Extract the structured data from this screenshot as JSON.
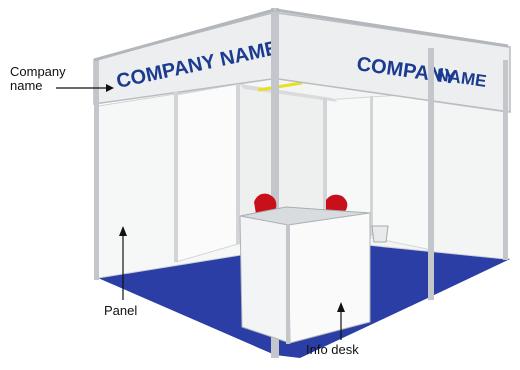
{
  "labels": {
    "company_line1": "Company",
    "company_line2": "name",
    "panel": "Panel",
    "info_desk": "Info desk"
  },
  "signs": {
    "left": "COMPANY NAME",
    "right_part1": "COMPANY",
    "right_part2": "NAME"
  },
  "colors": {
    "floor": "#2a3ea6",
    "frame": "#c9ccd0",
    "panel": "#f7f8f8",
    "sign_text": "#1a3b8f",
    "chair": "#c8101a"
  }
}
